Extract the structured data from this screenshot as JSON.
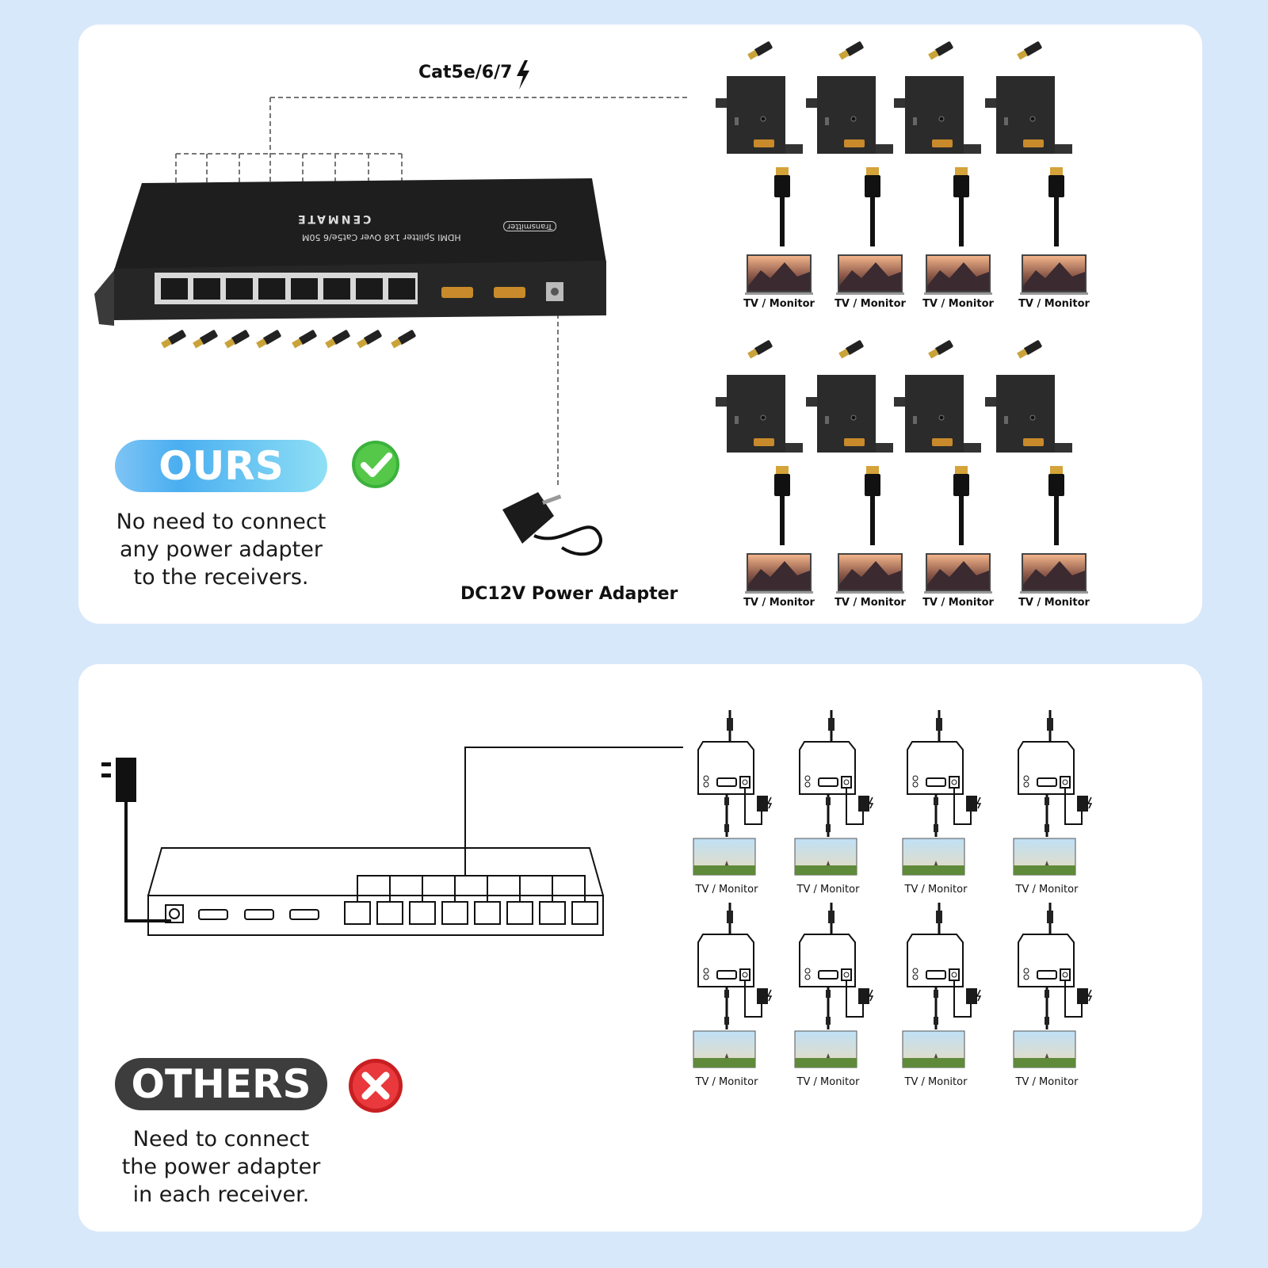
{
  "ours": {
    "badge": "OURS",
    "description": [
      "No need to connect",
      "any power adapter",
      "to the receivers."
    ],
    "cable_label": "Cat5e/6/7",
    "power_adapter_label": "DC12V Power Adapter",
    "brand": "CENMATE",
    "device_subtitle": "HDMI Splitter 1x8 Over Cat5e/6 50M",
    "device_tag": "Transmitter",
    "receiver_label": "TV / Monitor",
    "receiver_count": 8
  },
  "others": {
    "badge": "OTHERS",
    "description": [
      "Need to connect",
      "the power adapter",
      "in each receiver."
    ],
    "receiver_label": "TV / Monitor",
    "receiver_count": 8
  },
  "colors": {
    "ours_badge": "#4aaef0",
    "others_badge": "#3d3d3d",
    "check": "#3cb23c",
    "cross": "#e0262b"
  },
  "icons": [
    "check-icon",
    "cross-icon",
    "lightning-icon",
    "rj45-plug-icon",
    "power-adapter-icon",
    "tv-icon",
    "receiver-icon",
    "hdmi-cable-icon"
  ]
}
